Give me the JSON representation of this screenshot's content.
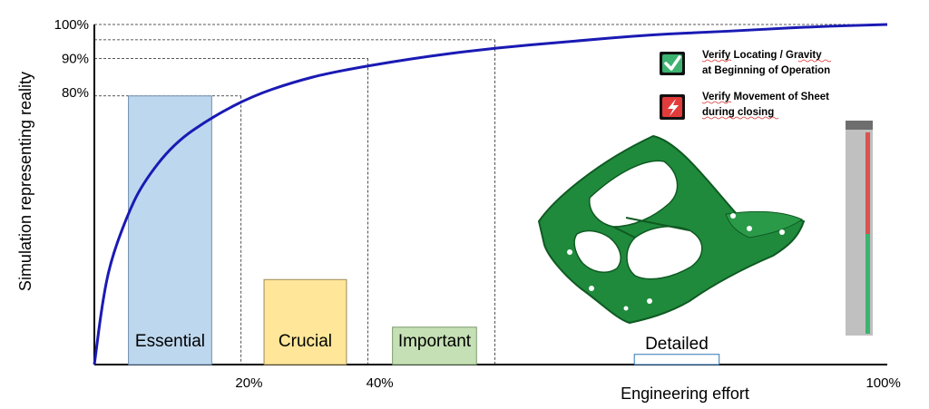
{
  "chart_data": {
    "type": "line",
    "x_label": "Engineering effort",
    "y_label": "Simulation representing reality",
    "x_ticks": [
      "20%",
      "40%",
      "100%"
    ],
    "y_ticks": [
      "80%",
      "90%",
      "100%"
    ],
    "x_range": [
      0,
      100
    ],
    "y_range": [
      0,
      100
    ],
    "grid": false,
    "series": [
      {
        "color": "#1a1ab4",
        "x": [
          0,
          1,
          2,
          4,
          6,
          10,
          15,
          20,
          25,
          30,
          40,
          50,
          60,
          70,
          80,
          90,
          100
        ],
        "y": [
          0,
          18,
          30,
          43,
          53,
          65,
          73,
          79,
          83,
          86,
          90,
          93,
          95,
          97,
          98,
          99.3,
          100
        ]
      }
    ],
    "reference_lines": [
      {
        "x": 18.5,
        "y": 79
      },
      {
        "x": 34.5,
        "y": 90
      },
      {
        "x": 50.5,
        "y": 95.5
      }
    ],
    "bars": [
      {
        "label": "Essential",
        "color": "#bdd7ee",
        "border": "#6f8fb0",
        "x_start": 4.3,
        "x_end": 14.8,
        "value": 79
      },
      {
        "label": "Crucial",
        "color": "#ffe699",
        "border": "#9c8a5a",
        "x_start": 21.4,
        "x_end": 31.8,
        "value": 25
      },
      {
        "label": "Important",
        "color": "#c5e0b4",
        "border": "#7d9c6f",
        "x_start": 37.6,
        "x_end": 48.2,
        "value": 11
      },
      {
        "label": "Detailed",
        "color": "#ffffff",
        "border": "#2e75b6",
        "x_start": 68.1,
        "x_end": 78.8,
        "value": 3
      }
    ]
  },
  "legend": {
    "items": [
      {
        "icon": "checkmark-icon",
        "color": "#3cb371",
        "line1": "Verify Locating / Gravity",
        "line2": "at Beginning of Operation"
      },
      {
        "icon": "lightning-icon",
        "color": "#e23b3b",
        "line1": "Verify Movement of Sheet",
        "line2": "during closing"
      }
    ]
  },
  "colors": {
    "curve": "#1a1ab4",
    "hood": "#1f8a3c",
    "hood_dark": "#0f5a22",
    "gauge_bg": "#c0c0c0",
    "gauge_red": "#d9534f",
    "gauge_green": "#3cb371"
  }
}
